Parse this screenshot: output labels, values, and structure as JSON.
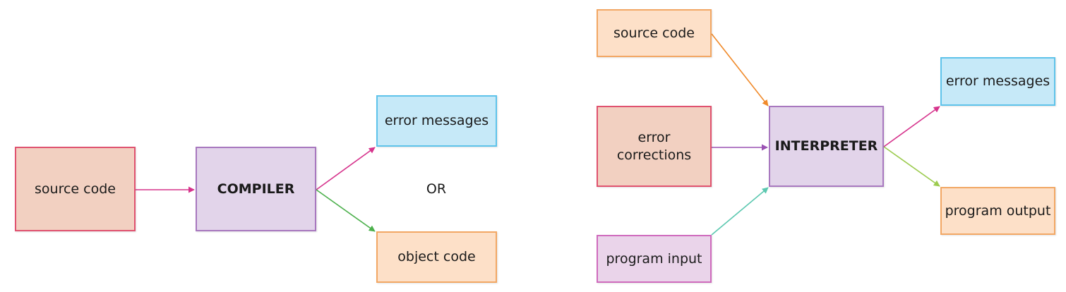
{
  "colors": {
    "salmon_fill": "#f2d0c1",
    "salmon_border": "#e0526f",
    "lilac_fill": "#e2d4ea",
    "lilac_border": "#a878bf",
    "blue_fill": "#c6e9f8",
    "blue_border": "#5ec3ea",
    "peach_fill": "#fde0c8",
    "peach_border": "#f2a764",
    "pink_fill": "#ead4ea",
    "pink_border": "#cf6bbd",
    "arrow_magenta": "#d6338c",
    "arrow_green": "#4cb04c",
    "arrow_orange": "#f08a2a",
    "arrow_purple": "#9a52b3",
    "arrow_teal": "#5cc8b0",
    "arrow_lime": "#9ccb4f"
  },
  "compiler_diagram": {
    "source_label": "source code",
    "compiler_label": "COMPILER",
    "error_label": "error messages",
    "object_label": "object code",
    "or_label": "OR"
  },
  "interpreter_diagram": {
    "source_label": "source code",
    "corrections_label": "error\ncorrections",
    "input_label": "program input",
    "interpreter_label": "INTERPRETER",
    "error_label": "error messages",
    "output_label": "program output"
  }
}
